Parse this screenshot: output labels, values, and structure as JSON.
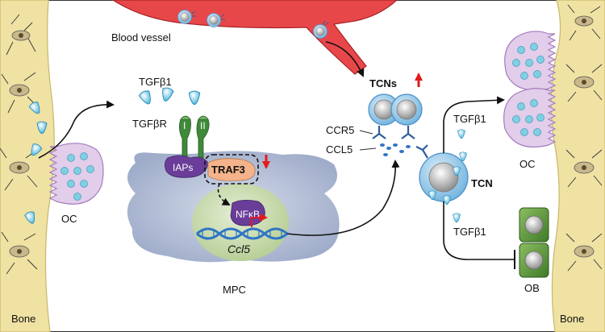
{
  "labels": {
    "blood_vessel": "Blood vessel",
    "tgfb1_top": "TGFβ1",
    "tgfbr": "TGFβR",
    "receptor_i": "I",
    "receptor_ii": "II",
    "iaps": "IAPs",
    "traf3": "TRAF3",
    "nfkb": "NFκB",
    "ccl5_gene": "Ccl5",
    "mpc": "MPC",
    "oc_left": "OC",
    "bone_left": "Bone",
    "tcns": "TCNs",
    "ccr5": "CCR5",
    "ccl5": "CCL5",
    "tcn": "TCN",
    "tgfb1_upper": "TGFβ1",
    "tgfb1_lower": "TGFβ1",
    "oc_right": "OC",
    "ob": "OB",
    "bone_right": "Bone"
  },
  "colors": {
    "bone": "#efe2a3",
    "bone_edge": "#c8b86a",
    "vessel": "#e8474a",
    "vessel_edge": "#a82326",
    "mpc_cloud": "#b7c2d9",
    "nucleus": "#cbdcb0",
    "osteoclast": "#e2cdea",
    "osteoclast_edge": "#a47cbd",
    "dot": "#7fd0e2",
    "tgf": "#3bb9e0",
    "receptor": "#3f8a3a",
    "iaps": "#6a3d99",
    "traf3": "#f4b38a",
    "nfkb": "#6a3d99",
    "dna": "#2f75c6",
    "tcn": "#8ec8ea",
    "tcn_core": "#b7b7b7",
    "osteoblast": "#5f9a3c",
    "up_arrow": "#e31b1b"
  }
}
